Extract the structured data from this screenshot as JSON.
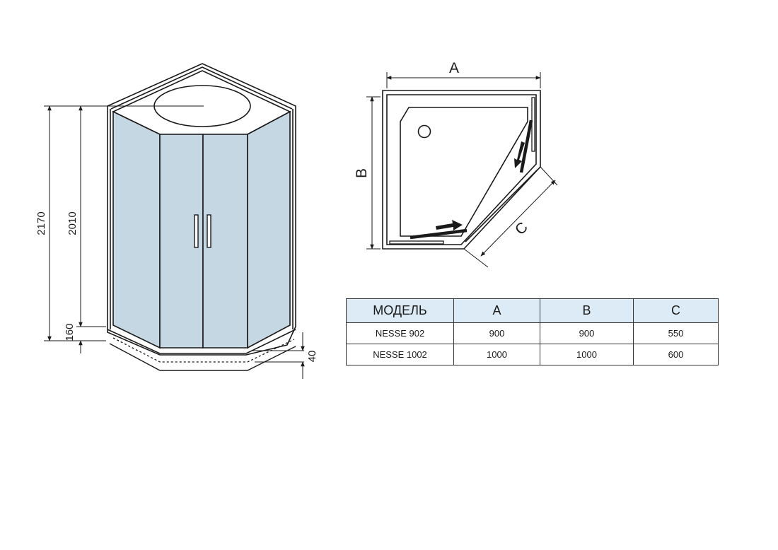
{
  "front_view": {
    "dims": {
      "total_height": "2170",
      "door_height": "2010",
      "base_height": "160",
      "tray_height": "40"
    }
  },
  "plan_view": {
    "labels": {
      "a": "A",
      "b": "B",
      "c": "C"
    }
  },
  "table": {
    "headers": [
      "МОДЕЛЬ",
      "A",
      "B",
      "C"
    ],
    "rows": [
      [
        "NESSE 902",
        "900",
        "900",
        "550"
      ],
      [
        "NESSE 1002",
        "1000",
        "1000",
        "600"
      ]
    ]
  },
  "colors": {
    "glass": "#c6d7e4",
    "header_fill": "#dcebf6",
    "line": "#1a1a1a"
  }
}
